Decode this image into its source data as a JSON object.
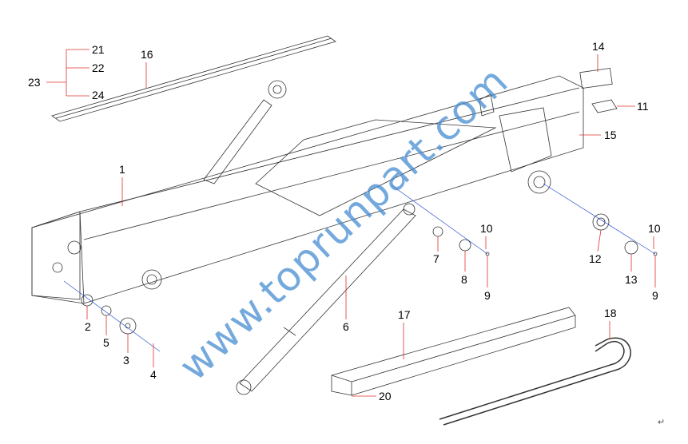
{
  "diagram": {
    "labels": [
      {
        "id": "21",
        "text": "21"
      },
      {
        "id": "22",
        "text": "22"
      },
      {
        "id": "23",
        "text": "23"
      },
      {
        "id": "24",
        "text": "24"
      },
      {
        "id": "16",
        "text": "16"
      },
      {
        "id": "14",
        "text": "14"
      },
      {
        "id": "11",
        "text": "11"
      },
      {
        "id": "15",
        "text": "15"
      },
      {
        "id": "1",
        "text": "1"
      },
      {
        "id": "10a",
        "text": "10"
      },
      {
        "id": "10b",
        "text": "10"
      },
      {
        "id": "7",
        "text": "7"
      },
      {
        "id": "12",
        "text": "12"
      },
      {
        "id": "8",
        "text": "8"
      },
      {
        "id": "13",
        "text": "13"
      },
      {
        "id": "9a",
        "text": "9"
      },
      {
        "id": "9b",
        "text": "9"
      },
      {
        "id": "2",
        "text": "2"
      },
      {
        "id": "5",
        "text": "5"
      },
      {
        "id": "3",
        "text": "3"
      },
      {
        "id": "4",
        "text": "4"
      },
      {
        "id": "6",
        "text": "6"
      },
      {
        "id": "17",
        "text": "17"
      },
      {
        "id": "18",
        "text": "18"
      },
      {
        "id": "20",
        "text": "20"
      }
    ],
    "watermark": "www.toprunpart.com",
    "return_mark": "↵",
    "colors": {
      "leader": "#e0302a",
      "axis": "#3050d0",
      "line": "#333333",
      "watermark": "#468cd2"
    }
  }
}
